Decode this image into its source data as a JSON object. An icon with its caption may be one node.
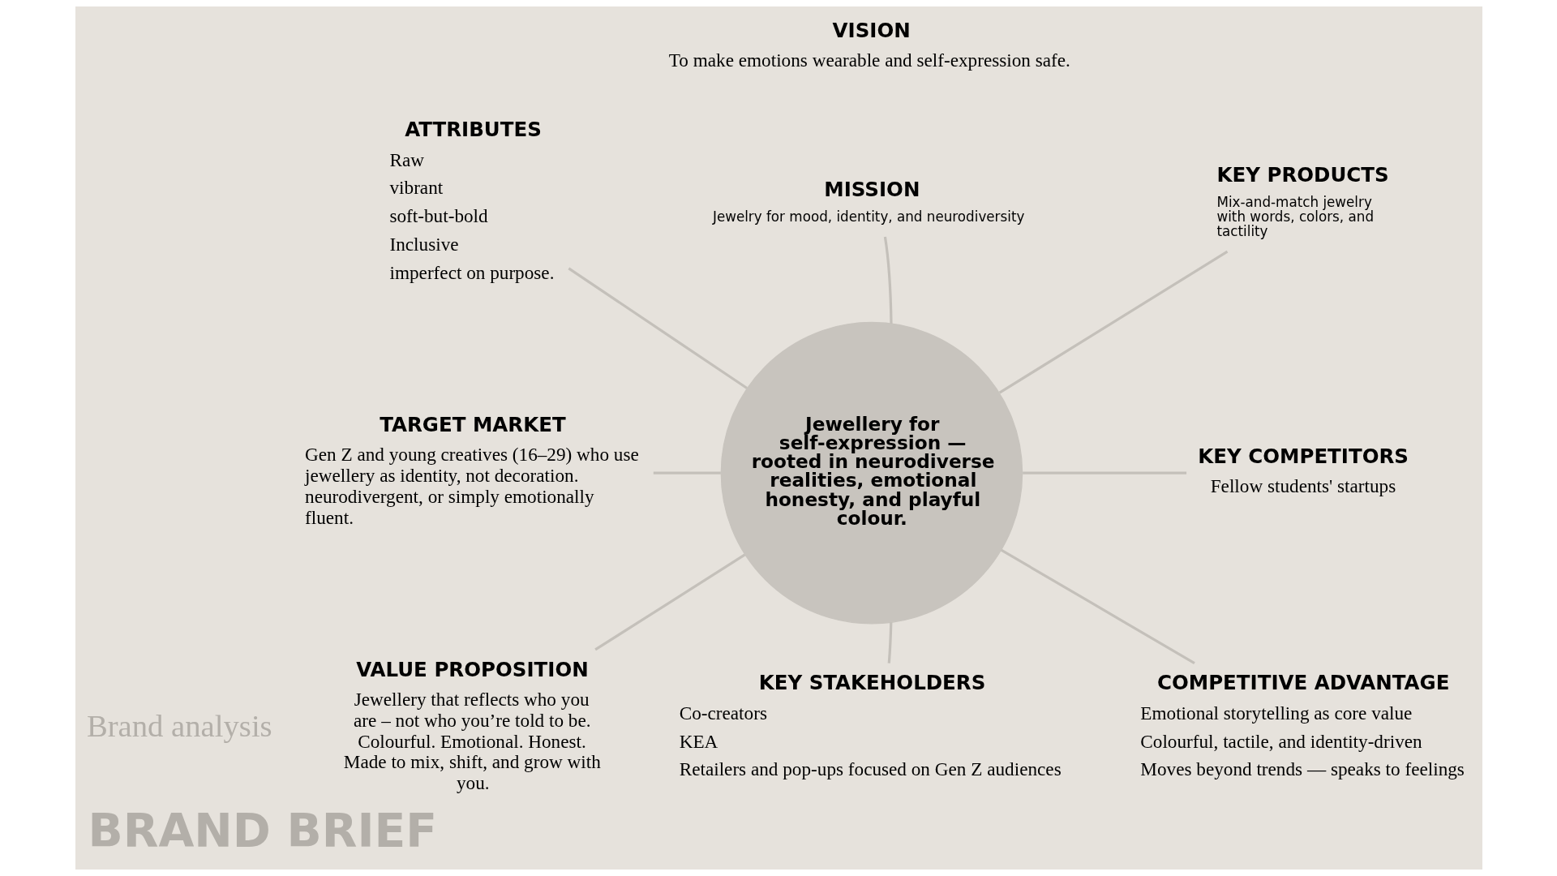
{
  "diagram": {
    "title": "BRAND BRIEF",
    "nodes": [
      {
        "text": [
          "VISION",
          "To make emotions wearable and self-expression safe."
        ]
      },
      {
        "text": [
          "MISSION",
          "Jewelry for mood, identity, and neurodiversity"
        ]
      },
      {
        "text": [
          "ATTRIBUTES",
          "Raw",
          "vibrant",
          "soft-but-bold",
          "Inclusive",
          "imperfect on purpose."
        ]
      },
      {
        "text": [
          "KEY PRODUCTS",
          "Mix-and-match jewelry with words, colors, and tactility"
        ]
      },
      {
        "text": [
          "TARGET MARKET",
          "Gen Z and young creatives (16–29) who use jewellery as identity, not decoration. neurodivergent, or simply emotionally fluent."
        ]
      },
      {
        "text": [
          "Jewellery for self-expression — rooted in neurodiverse realities, emotional honesty, and playful colour."
        ]
      },
      {
        "text": [
          "KEY COMPETITORS",
          "Fellow students' startups"
        ]
      },
      {
        "text": [
          "VALUE PROPOSITION",
          "Jewellery that reflects who you are – not who you’re told to be. Colourful. Emotional. Honest. Made to mix, shift, and grow with you."
        ]
      },
      {
        "text": [
          "COMPETITIVE ADVANTAGE",
          "Emotional storytelling as core value",
          "Colourful, tactile, and identity-driven",
          "Moves beyond trends — speaks to feelings"
        ]
      },
      {
        "text": [
          "KEY STAKEHOLDERS",
          "Co-creators",
          "KEA",
          "Retailers and pop-ups focused on Gen Z audiences"
        ]
      }
    ],
    "edges": [
      {
        "from": 5,
        "to": 1,
        "arrow": "none"
      },
      {
        "from": 5,
        "to": 3,
        "arrow": "none"
      },
      {
        "from": 5,
        "to": 6,
        "arrow": "none"
      },
      {
        "from": 5,
        "to": 8,
        "arrow": "none"
      },
      {
        "from": 5,
        "to": 9,
        "arrow": "none"
      },
      {
        "from": 5,
        "to": 7,
        "arrow": "none"
      },
      {
        "from": 5,
        "to": 4,
        "arrow": "none"
      },
      {
        "from": 5,
        "to": 2,
        "arrow": "none"
      }
    ],
    "labels": [
      "Brand analysis"
    ]
  }
}
